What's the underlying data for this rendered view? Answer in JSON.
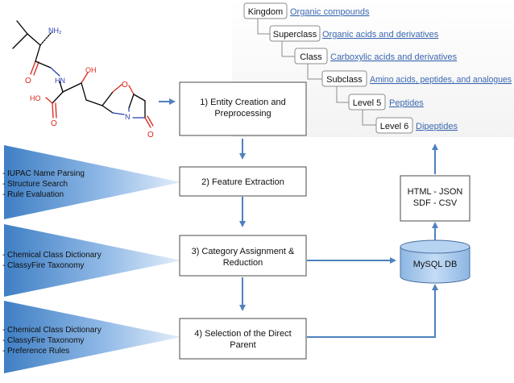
{
  "molecule": {
    "atoms": {
      "nh2": "NH₂",
      "hn": "HN",
      "oh": "OH",
      "ho": "HO",
      "o1": "O",
      "o2": "O",
      "o3": "O",
      "o4": "O",
      "n": "N"
    }
  },
  "taxonomy": [
    {
      "level": "Kingdom",
      "value": "Organic compounds"
    },
    {
      "level": "Superclass",
      "value": "Organic acids and derivatives"
    },
    {
      "level": "Class",
      "value": "Carboxylic acids and derivatives"
    },
    {
      "level": "Subclass",
      "value": "Amino acids, peptides, and analogues"
    },
    {
      "level": "Level 5",
      "value": "Peptides"
    },
    {
      "level": "Level 6",
      "value": "Dipeptides"
    }
  ],
  "steps": [
    {
      "line1": "1) Entity Creation and",
      "line2": "Preprocessing"
    },
    {
      "line1": "2) Feature Extraction",
      "line2": ""
    },
    {
      "line1": "3) Category Assignment &",
      "line2": "Reduction"
    },
    {
      "line1": "4) Selection of the Direct",
      "line2": "Parent"
    }
  ],
  "inputs": [
    {
      "items": [
        "IUPAC Name Parsing",
        "Structure Search",
        "Rule Evaluation"
      ]
    },
    {
      "items": [
        "Chemical Class Dictionary",
        "ClassyFire Taxonomy"
      ]
    },
    {
      "items": [
        "Chemical Class Dictionary",
        "ClassyFire Taxonomy",
        "Preference Rules"
      ]
    }
  ],
  "database": {
    "label": "MySQL DB"
  },
  "formats": {
    "line1": "HTML - JSON",
    "line2": "SDF - CSV"
  },
  "colors": {
    "step_fill": "#ffffff",
    "step_stroke": "#4a4a4a",
    "arrow": "#4f81bd",
    "link": "#3a67b0",
    "funnel_light": "#ddeaf8",
    "funnel_dark": "#3f7fc4",
    "db_fill": "#9fc4ea",
    "red_atom": "#d9261c",
    "blue_atom": "#2a3fb0"
  }
}
